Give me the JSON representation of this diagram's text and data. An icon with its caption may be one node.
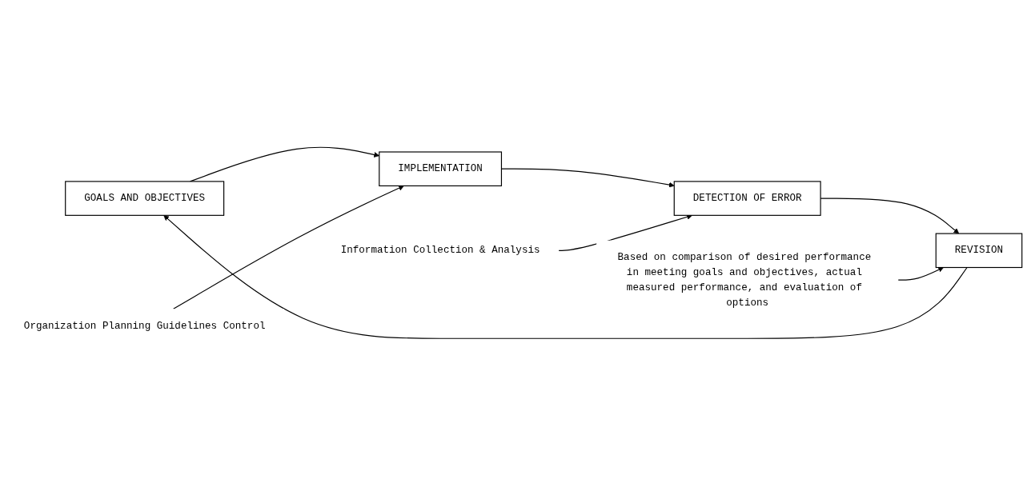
{
  "diagram": {
    "nodes": [
      {
        "text": [
          "Organization Planning Guidelines Control"
        ]
      },
      {
        "text": [
          "Information Collection & Analysis"
        ]
      },
      {
        "text": [
          "GOALS AND OBJECTIVES"
        ]
      },
      {
        "text": [
          "IMPLEMENTATION"
        ]
      },
      {
        "text": [
          "DETECTION OF ERROR"
        ]
      },
      {
        "text": [
          "REVISION"
        ]
      },
      {
        "text": [
          "Based on comparison of desired performance in meeting goals and objectives, actual measured performance, and evaluation of options"
        ]
      }
    ],
    "edges": [
      {
        "from": 2,
        "to": 3,
        "arrow": "to"
      },
      {
        "from": 3,
        "to": 4,
        "arrow": "to"
      },
      {
        "from": 4,
        "to": 5,
        "arrow": "to"
      },
      {
        "from": 5,
        "to": 2,
        "arrow": "to"
      },
      {
        "from": 0,
        "to": 3,
        "arrow": "to"
      },
      {
        "from": 1,
        "to": 4,
        "arrow": "to"
      },
      {
        "from": 6,
        "to": 5,
        "arrow": "to"
      }
    ]
  }
}
